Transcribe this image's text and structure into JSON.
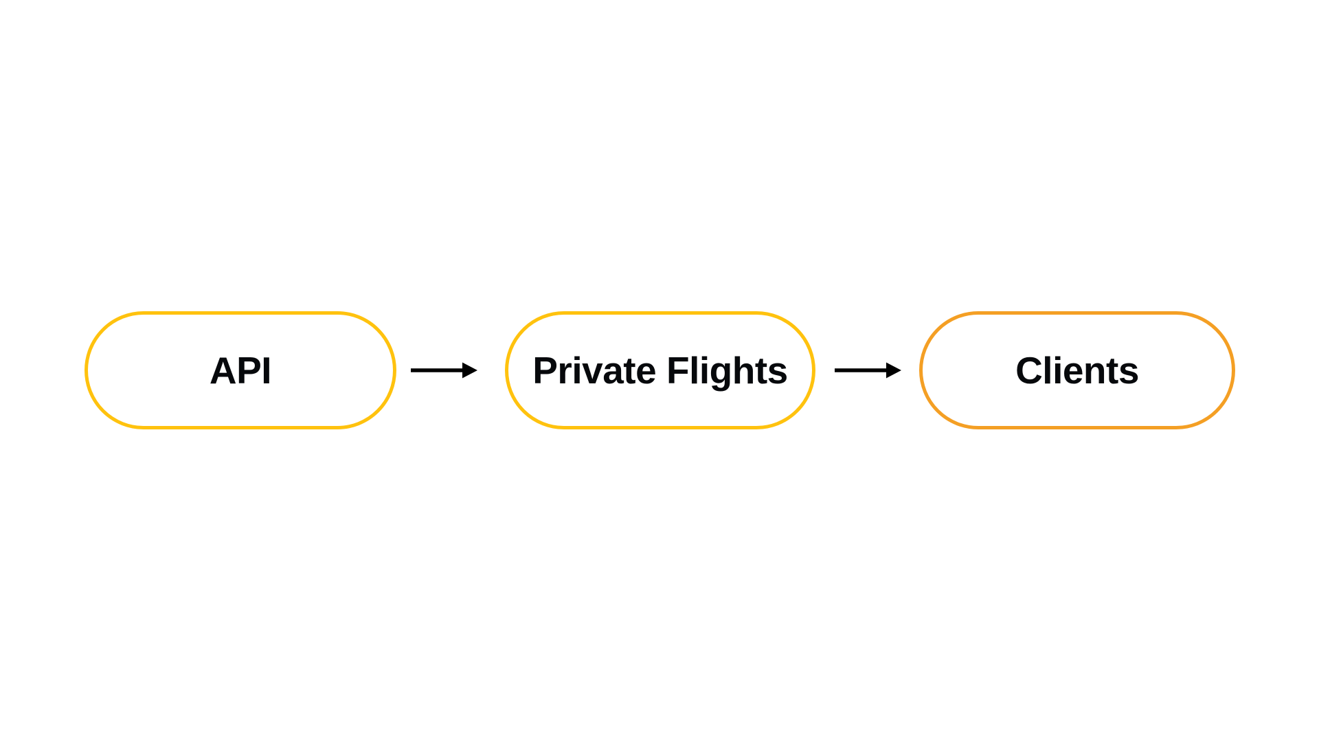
{
  "diagram": {
    "type": "flow",
    "orientation": "horizontal",
    "background_color": "#ffffff",
    "title": "",
    "nodes": [
      {
        "id": "api",
        "label": "API",
        "shape": "stadium",
        "border_color": "#ffc20e",
        "fill_color": "#ffffff",
        "text_color": "#07090c"
      },
      {
        "id": "private-flights",
        "label": "Private Flights",
        "shape": "stadium",
        "border_color": "#ffc20e",
        "fill_color": "#ffffff",
        "text_color": "#07090c"
      },
      {
        "id": "clients",
        "label": "Clients",
        "shape": "stadium",
        "border_color": "#f49f24",
        "fill_color": "#ffffff",
        "text_color": "#07090c"
      }
    ],
    "edges": [
      {
        "id": "api-to-private-flights",
        "from": "api",
        "to": "private-flights",
        "label": "",
        "arrowhead": "solid-triangle",
        "color": "#000000"
      },
      {
        "id": "private-flights-to-clients",
        "from": "private-flights",
        "to": "clients",
        "label": "",
        "arrowhead": "solid-triangle",
        "color": "#000000"
      }
    ]
  }
}
